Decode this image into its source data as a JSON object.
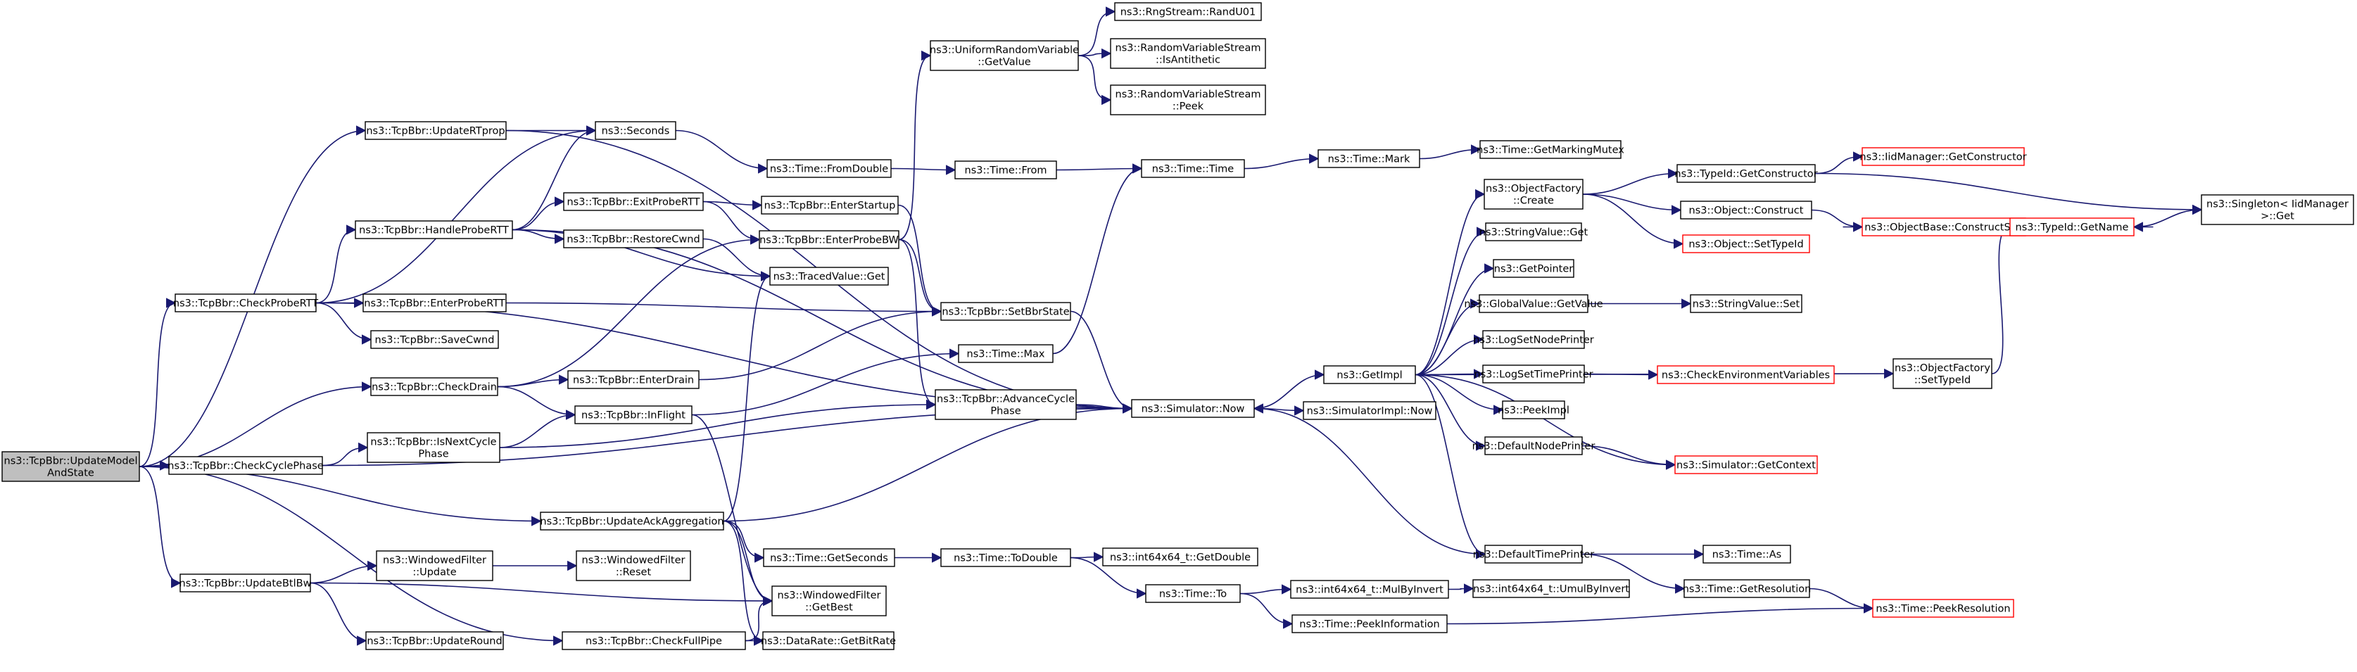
{
  "diagram": {
    "edge_color": "#191970",
    "external_node_border": "#ff0000",
    "root_node_fill": "#bfbfbf",
    "nodes": [
      {
        "id": "root",
        "lines": [
          "ns3::TcpBbr::UpdateModel",
          "AndState"
        ],
        "kind": "root"
      },
      {
        "id": "updateRTprop",
        "lines": [
          "ns3::TcpBbr::UpdateRTprop"
        ]
      },
      {
        "id": "checkProbeRTT",
        "lines": [
          "ns3::TcpBbr::CheckProbeRTT"
        ]
      },
      {
        "id": "checkDrain",
        "lines": [
          "ns3::TcpBbr::CheckDrain"
        ]
      },
      {
        "id": "checkCyclePhase",
        "lines": [
          "ns3::TcpBbr::CheckCyclePhase"
        ]
      },
      {
        "id": "updateAckAgg",
        "lines": [
          "ns3::TcpBbr::UpdateAckAggregation"
        ]
      },
      {
        "id": "updateBtlBw",
        "lines": [
          "ns3::TcpBbr::UpdateBtlBw"
        ]
      },
      {
        "id": "checkFullPipe",
        "lines": [
          "ns3::TcpBbr::CheckFullPipe"
        ]
      },
      {
        "id": "handleProbeRTT",
        "lines": [
          "ns3::TcpBbr::HandleProbeRTT"
        ]
      },
      {
        "id": "enterProbeRTT",
        "lines": [
          "ns3::TcpBbr::EnterProbeRTT"
        ]
      },
      {
        "id": "saveCwnd",
        "lines": [
          "ns3::TcpBbr::SaveCwnd"
        ]
      },
      {
        "id": "isNextCyclePhase",
        "lines": [
          "ns3::TcpBbr::IsNextCycle",
          "Phase"
        ]
      },
      {
        "id": "wfUpdate",
        "lines": [
          "ns3::WindowedFilter",
          "::Update"
        ]
      },
      {
        "id": "updateRound",
        "lines": [
          "ns3::TcpBbr::UpdateRound"
        ]
      },
      {
        "id": "seconds",
        "lines": [
          "ns3::Seconds"
        ]
      },
      {
        "id": "exitProbeRTT",
        "lines": [
          "ns3::TcpBbr::ExitProbeRTT"
        ]
      },
      {
        "id": "restoreCwnd",
        "lines": [
          "ns3::TcpBbr::RestoreCwnd"
        ]
      },
      {
        "id": "enterDrain",
        "lines": [
          "ns3::TcpBbr::EnterDrain"
        ]
      },
      {
        "id": "inFlight",
        "lines": [
          "ns3::TcpBbr::InFlight"
        ]
      },
      {
        "id": "wfReset",
        "lines": [
          "ns3::WindowedFilter",
          "::Reset"
        ]
      },
      {
        "id": "fromDouble",
        "lines": [
          "ns3::Time::FromDouble"
        ]
      },
      {
        "id": "enterStartup",
        "lines": [
          "ns3::TcpBbr::EnterStartup"
        ]
      },
      {
        "id": "enterProbeBW",
        "lines": [
          "ns3::TcpBbr::EnterProbeBW"
        ]
      },
      {
        "id": "tracedGet",
        "lines": [
          "ns3::TracedValue::Get"
        ]
      },
      {
        "id": "timeGetSeconds",
        "lines": [
          "ns3::Time::GetSeconds"
        ]
      },
      {
        "id": "wfGetBest",
        "lines": [
          "ns3::WindowedFilter",
          "::GetBest"
        ]
      },
      {
        "id": "getBitRate",
        "lines": [
          "ns3::DataRate::GetBitRate"
        ]
      },
      {
        "id": "urvGetValue",
        "lines": [
          "ns3::UniformRandomVariable",
          "::GetValue"
        ]
      },
      {
        "id": "timeFrom",
        "lines": [
          "ns3::Time::From"
        ]
      },
      {
        "id": "setBbrState",
        "lines": [
          "ns3::TcpBbr::SetBbrState"
        ]
      },
      {
        "id": "timeMax",
        "lines": [
          "ns3::Time::Max"
        ]
      },
      {
        "id": "advanceCycle",
        "lines": [
          "ns3::TcpBbr::AdvanceCycle",
          "Phase"
        ]
      },
      {
        "id": "timeToDouble",
        "lines": [
          "ns3::Time::ToDouble"
        ]
      },
      {
        "id": "rngRandU01",
        "lines": [
          "ns3::RngStream::RandU01"
        ]
      },
      {
        "id": "rvsIsAntithetic",
        "lines": [
          "ns3::RandomVariableStream",
          "::IsAntithetic"
        ]
      },
      {
        "id": "rvsPeek",
        "lines": [
          "ns3::RandomVariableStream",
          "::Peek"
        ]
      },
      {
        "id": "timeTime",
        "lines": [
          "ns3::Time::Time"
        ]
      },
      {
        "id": "simNow",
        "lines": [
          "ns3::Simulator::Now"
        ]
      },
      {
        "id": "int64GetDouble",
        "lines": [
          "ns3::int64x64_t::GetDouble"
        ]
      },
      {
        "id": "timeTo",
        "lines": [
          "ns3::Time::To"
        ]
      },
      {
        "id": "timeMark",
        "lines": [
          "ns3::Time::Mark"
        ]
      },
      {
        "id": "getImpl",
        "lines": [
          "ns3::GetImpl"
        ]
      },
      {
        "id": "simImplNow",
        "lines": [
          "ns3::SimulatorImpl::Now"
        ]
      },
      {
        "id": "mulByInvert",
        "lines": [
          "ns3::int64x64_t::MulByInvert"
        ]
      },
      {
        "id": "peekInfo",
        "lines": [
          "ns3::Time::PeekInformation"
        ]
      },
      {
        "id": "getMarkingMutex",
        "lines": [
          "ns3::Time::GetMarkingMutex"
        ]
      },
      {
        "id": "ofCreate",
        "lines": [
          "ns3::ObjectFactory",
          "::Create"
        ]
      },
      {
        "id": "stringValueGet",
        "lines": [
          "ns3::StringValue::Get"
        ]
      },
      {
        "id": "getPointer",
        "lines": [
          "ns3::GetPointer"
        ]
      },
      {
        "id": "globalGetValue",
        "lines": [
          "ns3::GlobalValue::GetValue"
        ]
      },
      {
        "id": "logSetNode",
        "lines": [
          "ns3::LogSetNodePrinter"
        ]
      },
      {
        "id": "logSetTime",
        "lines": [
          "ns3::LogSetTimePrinter"
        ]
      },
      {
        "id": "peekImpl",
        "lines": [
          "ns3::PeekImpl"
        ]
      },
      {
        "id": "defNodePrinter",
        "lines": [
          "ns3::DefaultNodePrinter"
        ]
      },
      {
        "id": "defTimePrinter",
        "lines": [
          "ns3::DefaultTimePrinter"
        ]
      },
      {
        "id": "umulByInvert",
        "lines": [
          "ns3::int64x64_t::UmulByInvert"
        ]
      },
      {
        "id": "typeIdGetCtor",
        "lines": [
          "ns3::TypeId::GetConstructor"
        ]
      },
      {
        "id": "objConstruct",
        "lines": [
          "ns3::Object::Construct"
        ]
      },
      {
        "id": "objSetTypeId",
        "lines": [
          "ns3::Object::SetTypeId"
        ],
        "kind": "ext"
      },
      {
        "id": "stringValueSet",
        "lines": [
          "ns3::StringValue::Set"
        ]
      },
      {
        "id": "checkEnvVars",
        "lines": [
          "ns3::CheckEnvironmentVariables"
        ],
        "kind": "ext"
      },
      {
        "id": "simGetContext",
        "lines": [
          "ns3::Simulator::GetContext"
        ],
        "kind": "ext"
      },
      {
        "id": "ofSetTypeId",
        "lines": [
          "ns3::ObjectFactory",
          "::SetTypeId"
        ]
      },
      {
        "id": "timeAs",
        "lines": [
          "ns3::Time::As"
        ]
      },
      {
        "id": "timeGetRes",
        "lines": [
          "ns3::Time::GetResolution"
        ]
      },
      {
        "id": "iidGetCtor",
        "lines": [
          "ns3::IidManager::GetConstructor"
        ],
        "kind": "ext"
      },
      {
        "id": "constructSelf",
        "lines": [
          "ns3::ObjectBase::ConstructSelf"
        ],
        "kind": "ext"
      },
      {
        "id": "typeIdGetName",
        "lines": [
          "ns3::TypeId::GetName"
        ],
        "kind": "ext"
      },
      {
        "id": "timePeekRes",
        "lines": [
          "ns3::Time::PeekResolution"
        ],
        "kind": "ext"
      },
      {
        "id": "singletonGet",
        "lines": [
          "ns3::Singleton< IidManager",
          ">::Get"
        ]
      }
    ]
  }
}
